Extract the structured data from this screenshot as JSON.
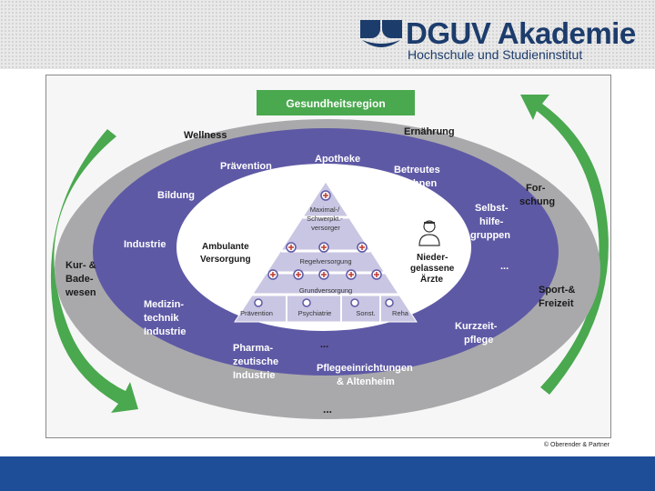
{
  "header": {
    "logo_title": "DGUV Akademie",
    "logo_subtitle": "Hochschule und Studieninstitut",
    "brand_color": "#1c3c6c"
  },
  "diagram": {
    "region_label": "Gesundheitsregion",
    "outer_ring": {
      "wellness": "Wellness",
      "ernaehrung": "Ernährung",
      "forschung": [
        "For-",
        "schung"
      ],
      "kur": [
        "Kur- &",
        "Bade-",
        "wesen"
      ],
      "sport": [
        "Sport-&",
        "Freizeit"
      ],
      "dots": "..."
    },
    "inner_ring": {
      "praevention": "Prävention",
      "apotheke": "Apotheke",
      "betreutes": [
        "Betreutes",
        "Wohnen"
      ],
      "bildung": "Bildung",
      "selbsthilfe": [
        "Selbst-",
        "hilfe-",
        "gruppen"
      ],
      "industrie": "Industrie",
      "medizintechnik": [
        "Medizin-",
        "technik",
        "Industrie"
      ],
      "kurzzeitpflege": [
        "Kurzzeit-",
        "pflege"
      ],
      "pharma": [
        "Pharma-",
        "zeutische",
        "Industrie"
      ],
      "pflege": [
        "Pflegeeinrichtungen",
        "& Altenheim"
      ],
      "dots": "..."
    },
    "center": {
      "ambulante": [
        "Ambulante",
        "Versorgung"
      ],
      "niedergelassene": [
        "Nieder-",
        "gelassene",
        "Ärzte"
      ],
      "dots": "..."
    },
    "pyramid": {
      "top": [
        "Maximal-/",
        "Schwerpkt.-",
        "versorger"
      ],
      "middle": "Regelversorgung",
      "lower": "Grundversorgung",
      "bottom": [
        "Prävention",
        "Psychiatrie",
        "Sonst.",
        "Reha"
      ]
    },
    "colors": {
      "green": "#4aa84f",
      "purple": "#5e59a5",
      "gray_ring": "#a9a9ac",
      "pyramid": "#c8c6e2"
    }
  },
  "credit": "© Oberender & Partner",
  "footer": {
    "color": "#1f4e99"
  }
}
